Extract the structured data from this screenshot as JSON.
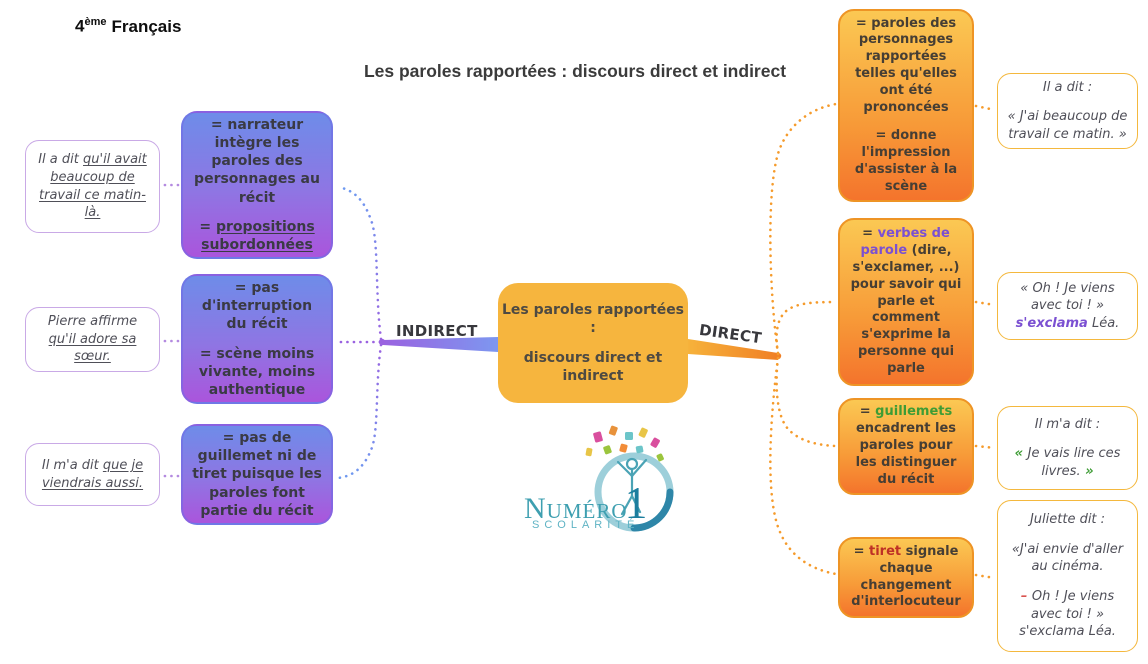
{
  "header": {
    "grade_number": "4",
    "grade_suffix": "ème",
    "subject": "Français"
  },
  "title": "Les paroles rapportées : discours direct et indirect",
  "center": {
    "line1": "Les paroles rapportées :",
    "line2": "discours direct et indirect"
  },
  "indirect": {
    "label": "INDIRECT",
    "node1": {
      "p1": "= narrateur intègre les paroles des personnages au récit",
      "p2_prefix": "= ",
      "p2_underlined": "propositions subordonnées"
    },
    "node2": {
      "p1": "= pas d'interruption du récit",
      "p2": "= scène moins vivante, moins authentique"
    },
    "node3": {
      "p1": "= pas de guillemet ni de tiret puisque les paroles font partie du récit"
    },
    "example1": {
      "lead": "Il a dit ",
      "underlined": "qu'il avait beaucoup de travail ce matin-là."
    },
    "example2": {
      "lead": "Pierre affirme ",
      "underlined": "qu'il adore sa sœur."
    },
    "example3": {
      "lead": "Il m'a dit ",
      "underlined": "que je viendrais aussi."
    }
  },
  "direct": {
    "label": "DIRECT",
    "node1": {
      "p1": "= paroles des personnages rapportées telles qu'elles ont été prononcées",
      "p2": "= donne l'impression d'assister à la scène"
    },
    "node2": {
      "prefix": "= ",
      "highlight": "verbes de parole",
      "rest": " (dire, s'exclamer, ...) pour savoir qui parle et comment s'exprime la personne qui parle"
    },
    "node3": {
      "prefix": "= ",
      "highlight": "guillemets",
      "rest": " encadrent les paroles pour les distinguer du récit"
    },
    "node4": {
      "prefix": "= ",
      "highlight": "tiret",
      "rest": " signale chaque changement d'interlocuteur"
    },
    "example1": {
      "p1": "Il a dit :",
      "p2": "« J'ai beaucoup de travail ce matin. »"
    },
    "example2": {
      "line": "« Oh ! Je viens avec toi ! » ",
      "verb": "s'exclama",
      "after": " Léa."
    },
    "example3": {
      "p1": "Il m'a dit :",
      "open_quote": "« ",
      "text": "Je vais lire ces livres.",
      "close_quote": " »"
    },
    "example4": {
      "p1": "Juliette dit :",
      "p2": "«J'ai envie d'aller au cinéma.",
      "dash": "– ",
      "p3": "Oh ! Je viens avec toi ! » s'exclama Léa."
    }
  },
  "logo": {
    "brand": "Numéro",
    "number": "1",
    "tagline": "SCOLARITÉ"
  },
  "colors": {
    "indirect_gradient_top": "#6E8CE9",
    "indirect_gradient_bottom": "#AA55DC",
    "direct_gradient_top": "#FBC853",
    "direct_gradient_bottom": "#F4742C",
    "center_fill": "#F6B53E",
    "verb_highlight": "#7B50D2",
    "guillemets_highlight": "#3E9C35",
    "tiret_highlight": "#BE3026",
    "logo_teal": "#3E9FB0"
  }
}
